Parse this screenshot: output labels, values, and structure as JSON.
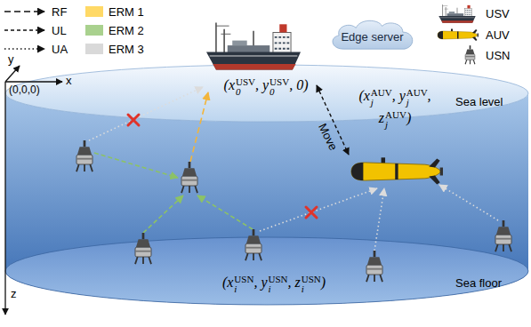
{
  "diagram": {
    "nodes": [
      {
        "text": [
          "Edge server"
        ]
      }
    ],
    "labels": [
      "(0,0,0)",
      "x",
      "y",
      "z",
      "Sea level",
      "Sea floor",
      "Move",
      "(x",
      "0",
      "USV",
      ", y",
      "0",
      "USV",
      ", 0)",
      "(x",
      "j",
      "AUV",
      ", y",
      "j",
      "AUV",
      ",",
      "z",
      "j",
      "AUV",
      ")",
      "(x",
      "i",
      "USN",
      ", y",
      "i",
      "USN",
      ", z",
      "i",
      "USN",
      ")"
    ],
    "legend": [
      {
        "text": "RF"
      },
      {
        "text": "UL"
      },
      {
        "text": "UA"
      },
      {
        "text": "ERM 1",
        "color": "#ffd966"
      },
      {
        "text": "ERM 2",
        "color": "#a9d18e"
      },
      {
        "text": "ERM 3",
        "color": "#d9d9d9"
      },
      {
        "text": "USV"
      },
      {
        "text": "AUV"
      },
      {
        "text": "USN"
      }
    ]
  }
}
